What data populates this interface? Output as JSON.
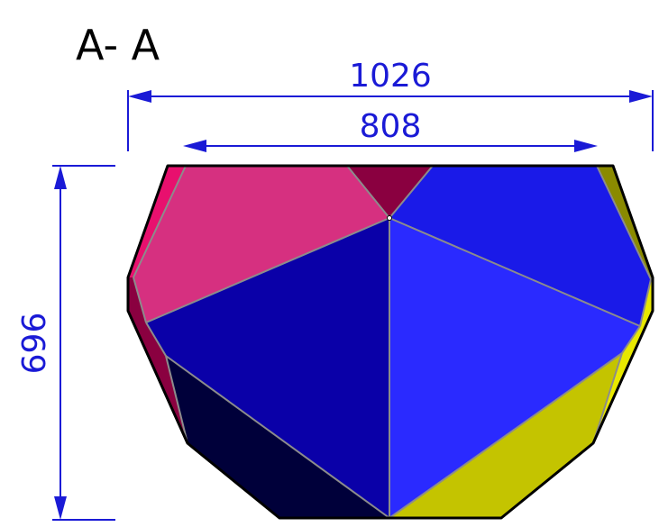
{
  "section_label": "A- A",
  "dimensions": {
    "overall_width": "1026",
    "inner_width": "808",
    "height": "696"
  },
  "colors": {
    "dimension": "#1a1ad6",
    "outline": "#000000",
    "edge": "#8c8c8c",
    "magenta": "#d63080",
    "hot_pink": "#e8106e",
    "dark_maroon": "#8a0040",
    "blue": "#1a1ae8",
    "dark_blue": "#0a00a8",
    "bright_blue": "#2a2aff",
    "navy": "#00003a",
    "olive": "#8a8a00",
    "yellow": "#e8e800",
    "dark_yellow": "#c4c400"
  }
}
